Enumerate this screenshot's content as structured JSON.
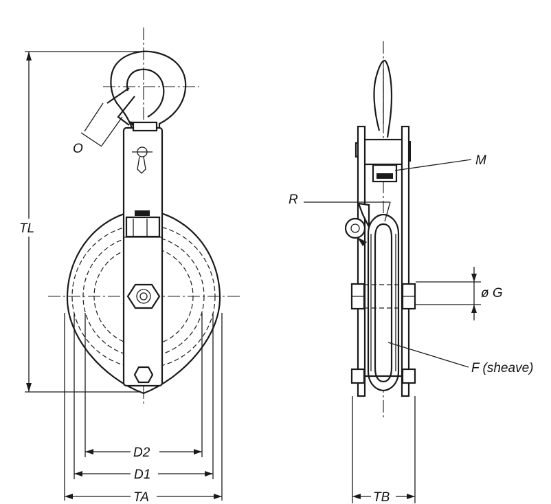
{
  "labels": {
    "tl": "TL",
    "o": "O",
    "d2": "D2",
    "d1": "D1",
    "ta": "TA",
    "tb": "TB",
    "m": "M",
    "r": "R",
    "g": "ø G",
    "f": "F (sheave)"
  },
  "colors": {
    "line": "#1a1a1a",
    "background": "#ffffff"
  }
}
